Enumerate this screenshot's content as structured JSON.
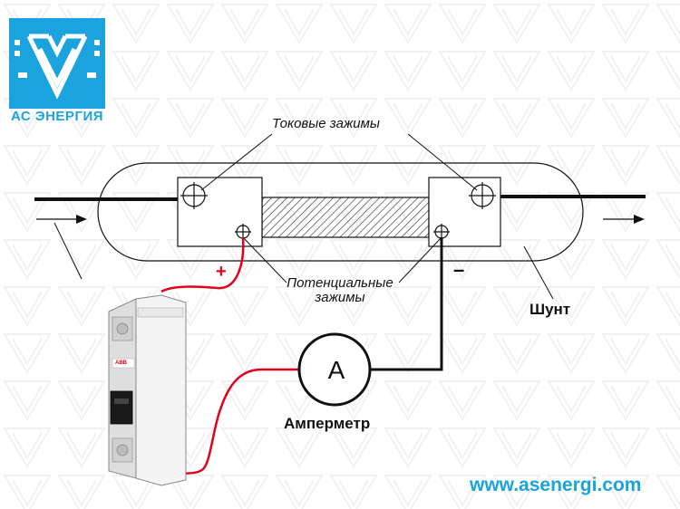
{
  "logo": {
    "text": "АС ЭНЕРГИЯ",
    "color": "#1aa3dc"
  },
  "labels": {
    "current_clamps": "Токовые зажимы",
    "potential_clamps_line1": "Потенциальные",
    "potential_clamps_line2": "зажимы",
    "shunt": "Шунт",
    "ammeter": "Амперметр",
    "ammeter_symbol": "A",
    "plus": "+",
    "minus": "–"
  },
  "breaker": {
    "brand": "ABB"
  },
  "website": "www.asenergi.com",
  "colors": {
    "accent": "#1aa3dc",
    "wire_red": "#e3001b",
    "line": "#111111"
  }
}
